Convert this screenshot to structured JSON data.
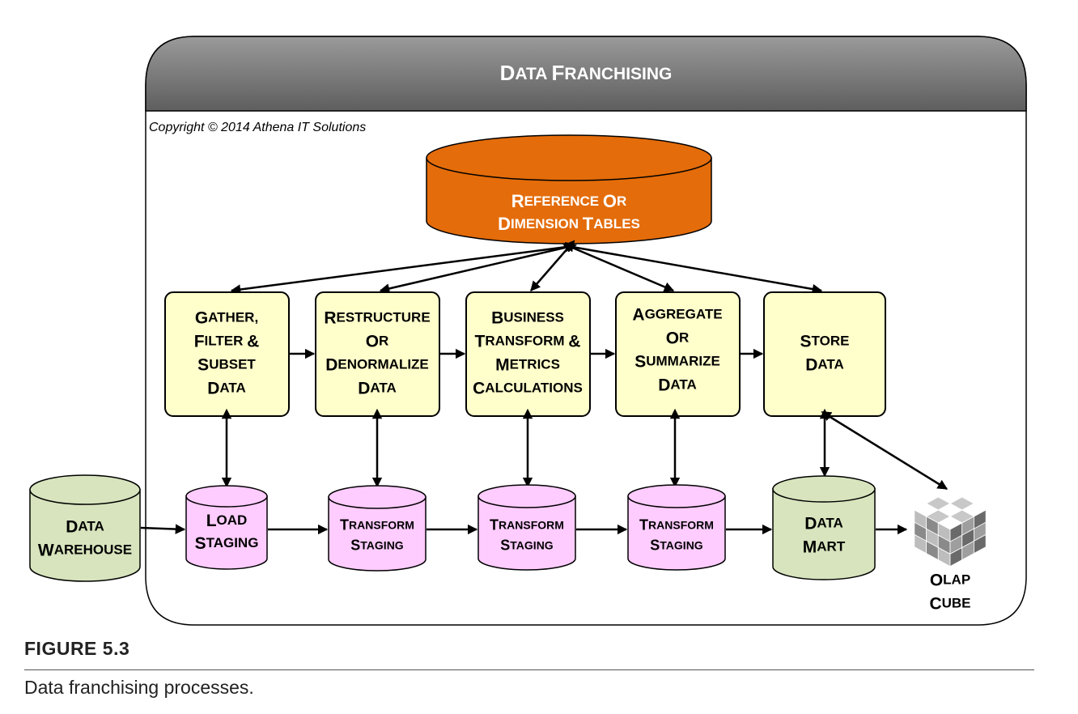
{
  "title": "Data Franchising",
  "copyright": "Copyright © 2014 Athena IT Solutions",
  "reference_db": {
    "lines": [
      "Reference or",
      "Dimension Tables"
    ]
  },
  "process_boxes": [
    {
      "id": "gather",
      "lines": [
        "Gather,",
        "Filter &",
        "Subset",
        "Data"
      ]
    },
    {
      "id": "restructure",
      "lines": [
        "Restructure",
        "or",
        "Denormalize",
        "Data"
      ]
    },
    {
      "id": "business",
      "lines": [
        "Business",
        "Transform &",
        "Metrics",
        "Calculations"
      ]
    },
    {
      "id": "aggregate",
      "lines": [
        "Aggregate",
        "or",
        "Summarize",
        "Data"
      ]
    },
    {
      "id": "store",
      "lines": [
        "Store",
        "Data"
      ]
    }
  ],
  "staging": [
    {
      "id": "load",
      "lines": [
        "Load",
        "Staging"
      ]
    },
    {
      "id": "transform1",
      "lines": [
        "Transform",
        "Staging"
      ]
    },
    {
      "id": "transform2",
      "lines": [
        "Transform",
        "Staging"
      ]
    },
    {
      "id": "transform3",
      "lines": [
        "Transform",
        "Staging"
      ]
    }
  ],
  "data_warehouse": {
    "lines": [
      "Data",
      "Warehouse"
    ]
  },
  "data_mart": {
    "lines": [
      "Data",
      "Mart"
    ]
  },
  "olap_cube": {
    "lines": [
      "OLAP",
      "Cube"
    ]
  },
  "figure_label": "FIGURE 5.3",
  "figure_caption": "Data franchising processes.",
  "colors": {
    "title_bar": "#6f6f6f",
    "reference_db": "#e46c0a",
    "process_box": "#ffffcc",
    "staging": "#ffccff",
    "warehouse_mart": "#d7e4bd"
  }
}
